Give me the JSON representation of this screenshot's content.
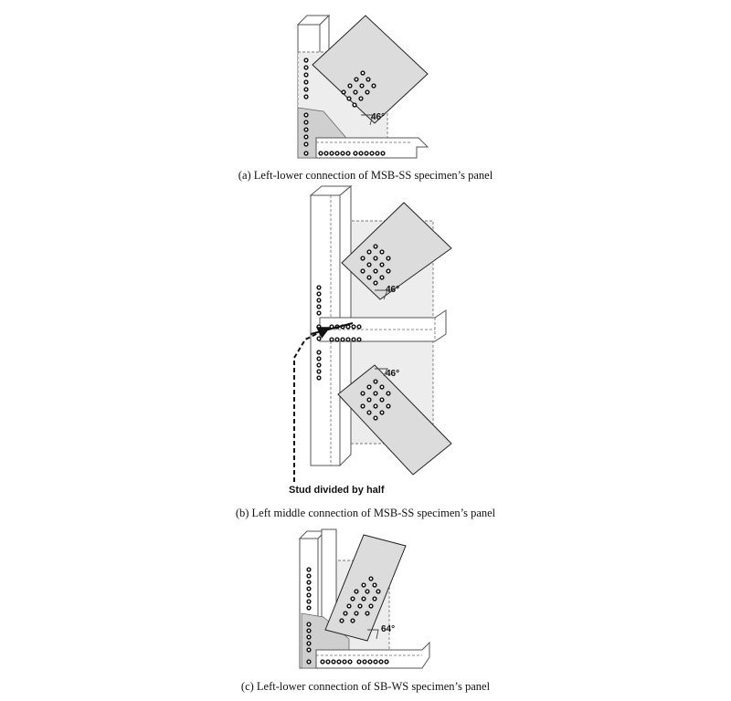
{
  "figure": {
    "panels": [
      {
        "id": "a",
        "caption": "(a)  Left-lower  connection  of  MSB-SS  specimen’s  panel",
        "angles": [
          "46°"
        ]
      },
      {
        "id": "b",
        "caption": "(b)  Left  middle  connection  of  MSB-SS  specimen’s  panel",
        "angles": [
          "46°",
          "46°"
        ],
        "annotation": "Stud divided by half"
      },
      {
        "id": "c",
        "caption": "(c)  Left-lower  connection  of  SB-WS  specimen’s  panel",
        "angles": [
          "64°"
        ]
      }
    ]
  }
}
